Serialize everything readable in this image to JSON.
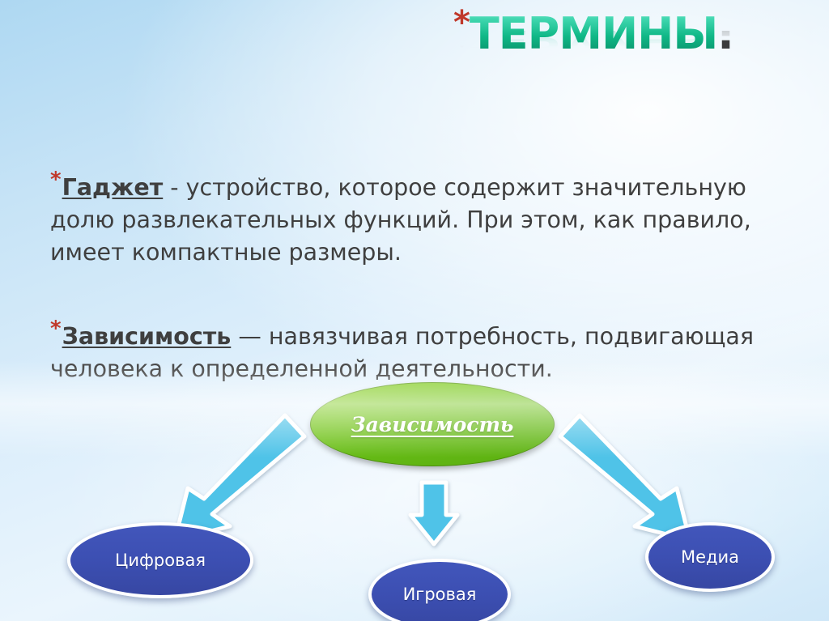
{
  "slide": {
    "title": {
      "bullet_glyph": "*",
      "text": "ТЕРМИНЫ",
      "period": ".",
      "color": "#10b887",
      "bullet_color": "#c0392b"
    },
    "body": {
      "bullets": [
        {
          "marker": "*",
          "term": "Гаджет",
          "text": " - устройство, которое содержит значительную долю развлекательных функций. При этом, как правило, имеет компактные размеры."
        },
        {
          "marker": "*",
          "term": "Зависимость",
          "text": " — навязчивая потребность, подвигающая человека к определенной деятельности."
        }
      ]
    },
    "diagram": {
      "center": {
        "label": "Зависимость",
        "fill": "#72c61b",
        "text_color": "#ffffff"
      },
      "branches": [
        {
          "label": "Цифровая",
          "fill": "#3c4fb2",
          "text_color": "#ffffff",
          "arrow": "arrow-down-left"
        },
        {
          "label": "Игровая",
          "fill": "#3c4fb2",
          "text_color": "#ffffff",
          "arrow": "arrow-down"
        },
        {
          "label": "Медиа",
          "fill": "#3c4fb2",
          "text_color": "#ffffff",
          "arrow": "arrow-down-right"
        }
      ],
      "arrow_color": "#4fc3e8",
      "arrow_outline": "#ffffff"
    },
    "background": {
      "color_top_left": "#aed8f2",
      "color_center": "#eaf5fd"
    }
  }
}
